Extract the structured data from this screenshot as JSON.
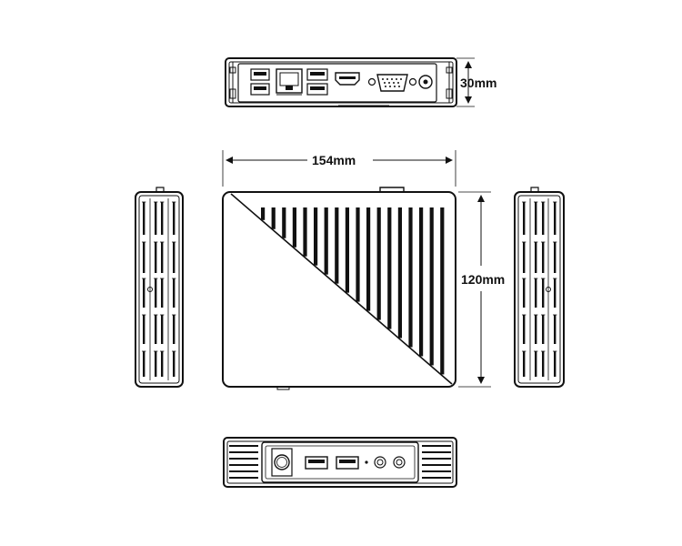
{
  "dimensions": {
    "height_label": "30mm",
    "width_label": "154mm",
    "depth_label": "120mm"
  },
  "views": [
    "rear-view",
    "left-side-view",
    "top-view",
    "right-side-view",
    "front-view"
  ],
  "colors": {
    "line": "#111111",
    "background": "#ffffff"
  }
}
